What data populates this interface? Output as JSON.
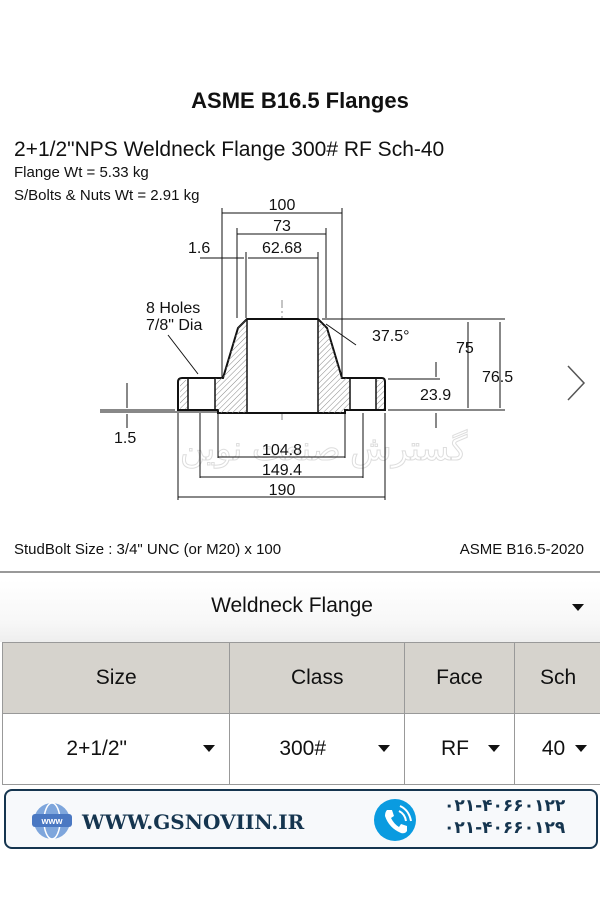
{
  "title": "ASME B16.5 Flanges",
  "subtitle": "2+1/2\"NPS Weldneck Flange 300# RF Sch-40",
  "flange_wt": "Flange Wt = 5.33 kg",
  "bolt_wt": "S/Bolts & Nuts Wt = 2.91 kg",
  "drawing": {
    "d100": "100",
    "d73": "73",
    "d1_6": "1.6",
    "d62": "62.68",
    "holes1": "8 Holes",
    "holes2": "7/8\" Dia",
    "angle": "37.5°",
    "d75": "75",
    "d76": "76.5",
    "d23": "23.9",
    "d1_5": "1.5",
    "d104": "104.8",
    "d149": "149.4",
    "d190": "190",
    "watermark": "گسترش صنعت نوین"
  },
  "studbolt": "StudBolt Size : 3/4\" UNC (or M20) x 100",
  "standard": "ASME B16.5-2020",
  "type_select": "Weldneck Flange",
  "table": {
    "headers": [
      "Size",
      "Class",
      "Face",
      "Sch"
    ],
    "values": [
      "2+1/2\"",
      "300#",
      "RF",
      "40"
    ]
  },
  "footer": {
    "website": "WWW.GSNOVIIN.IR",
    "phone1": "۰۲۱-۴۰۶۶۰۱۲۲",
    "phone2": "۰۲۱-۴۰۶۶۰۱۲۹",
    "www_icon_text": "www"
  },
  "colors": {
    "footer": "#15354f",
    "phone_icon": "#0a9be0",
    "header_bg": "#d6d3cd"
  }
}
